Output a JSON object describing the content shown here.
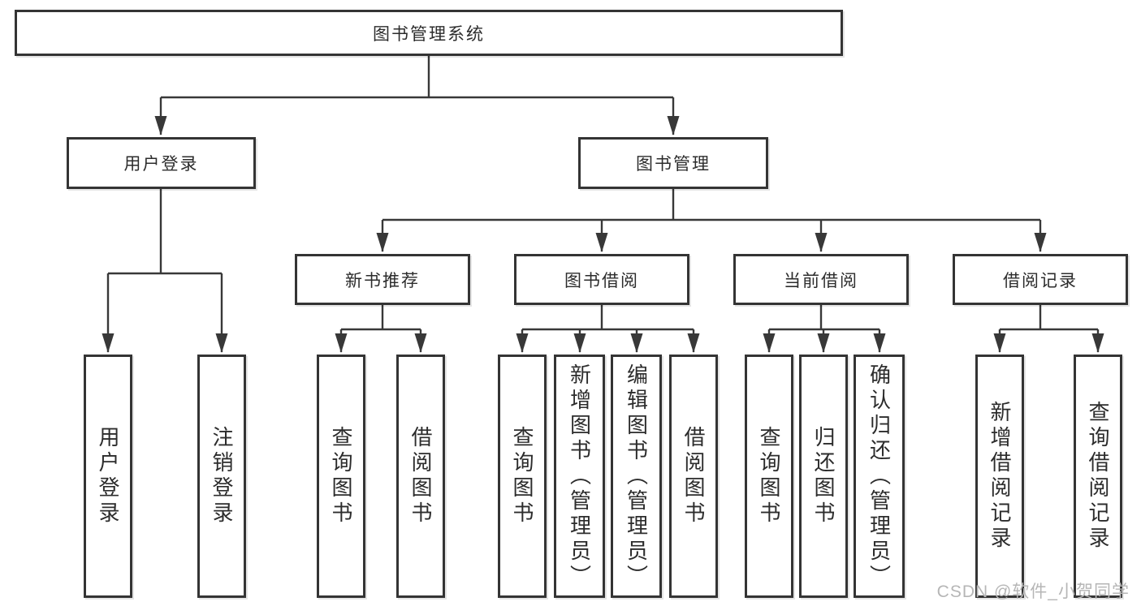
{
  "diagram_type": "hierarchy-chart",
  "tree": {
    "label": "图书管理系统",
    "children": [
      {
        "label": "用户登录",
        "children": [
          {
            "label": "用户登录"
          },
          {
            "label": "注销登录"
          }
        ]
      },
      {
        "label": "图书管理",
        "children": [
          {
            "label": "新书推荐",
            "children": [
              {
                "label": "查询图书"
              },
              {
                "label": "借阅图书"
              }
            ]
          },
          {
            "label": "图书借阅",
            "children": [
              {
                "label": "查询图书"
              },
              {
                "label": "新增图书（管理员）"
              },
              {
                "label": "编辑图书（管理员）"
              },
              {
                "label": "借阅图书"
              }
            ]
          },
          {
            "label": "当前借阅",
            "children": [
              {
                "label": "查询图书"
              },
              {
                "label": "归还图书"
              },
              {
                "label": "确认归还（管理员）"
              }
            ]
          },
          {
            "label": "借阅记录",
            "children": [
              {
                "label": "新增借阅记录"
              },
              {
                "label": "查询借阅记录"
              }
            ]
          }
        ]
      }
    ]
  },
  "watermark": {
    "text": "CSDN @软件_小贺同学"
  },
  "colors": {
    "background": "#ffffff",
    "box_border": "#343434",
    "connector_line": "#383838",
    "text": "#2c2c2c",
    "watermark_text": "#b6b6b6"
  }
}
